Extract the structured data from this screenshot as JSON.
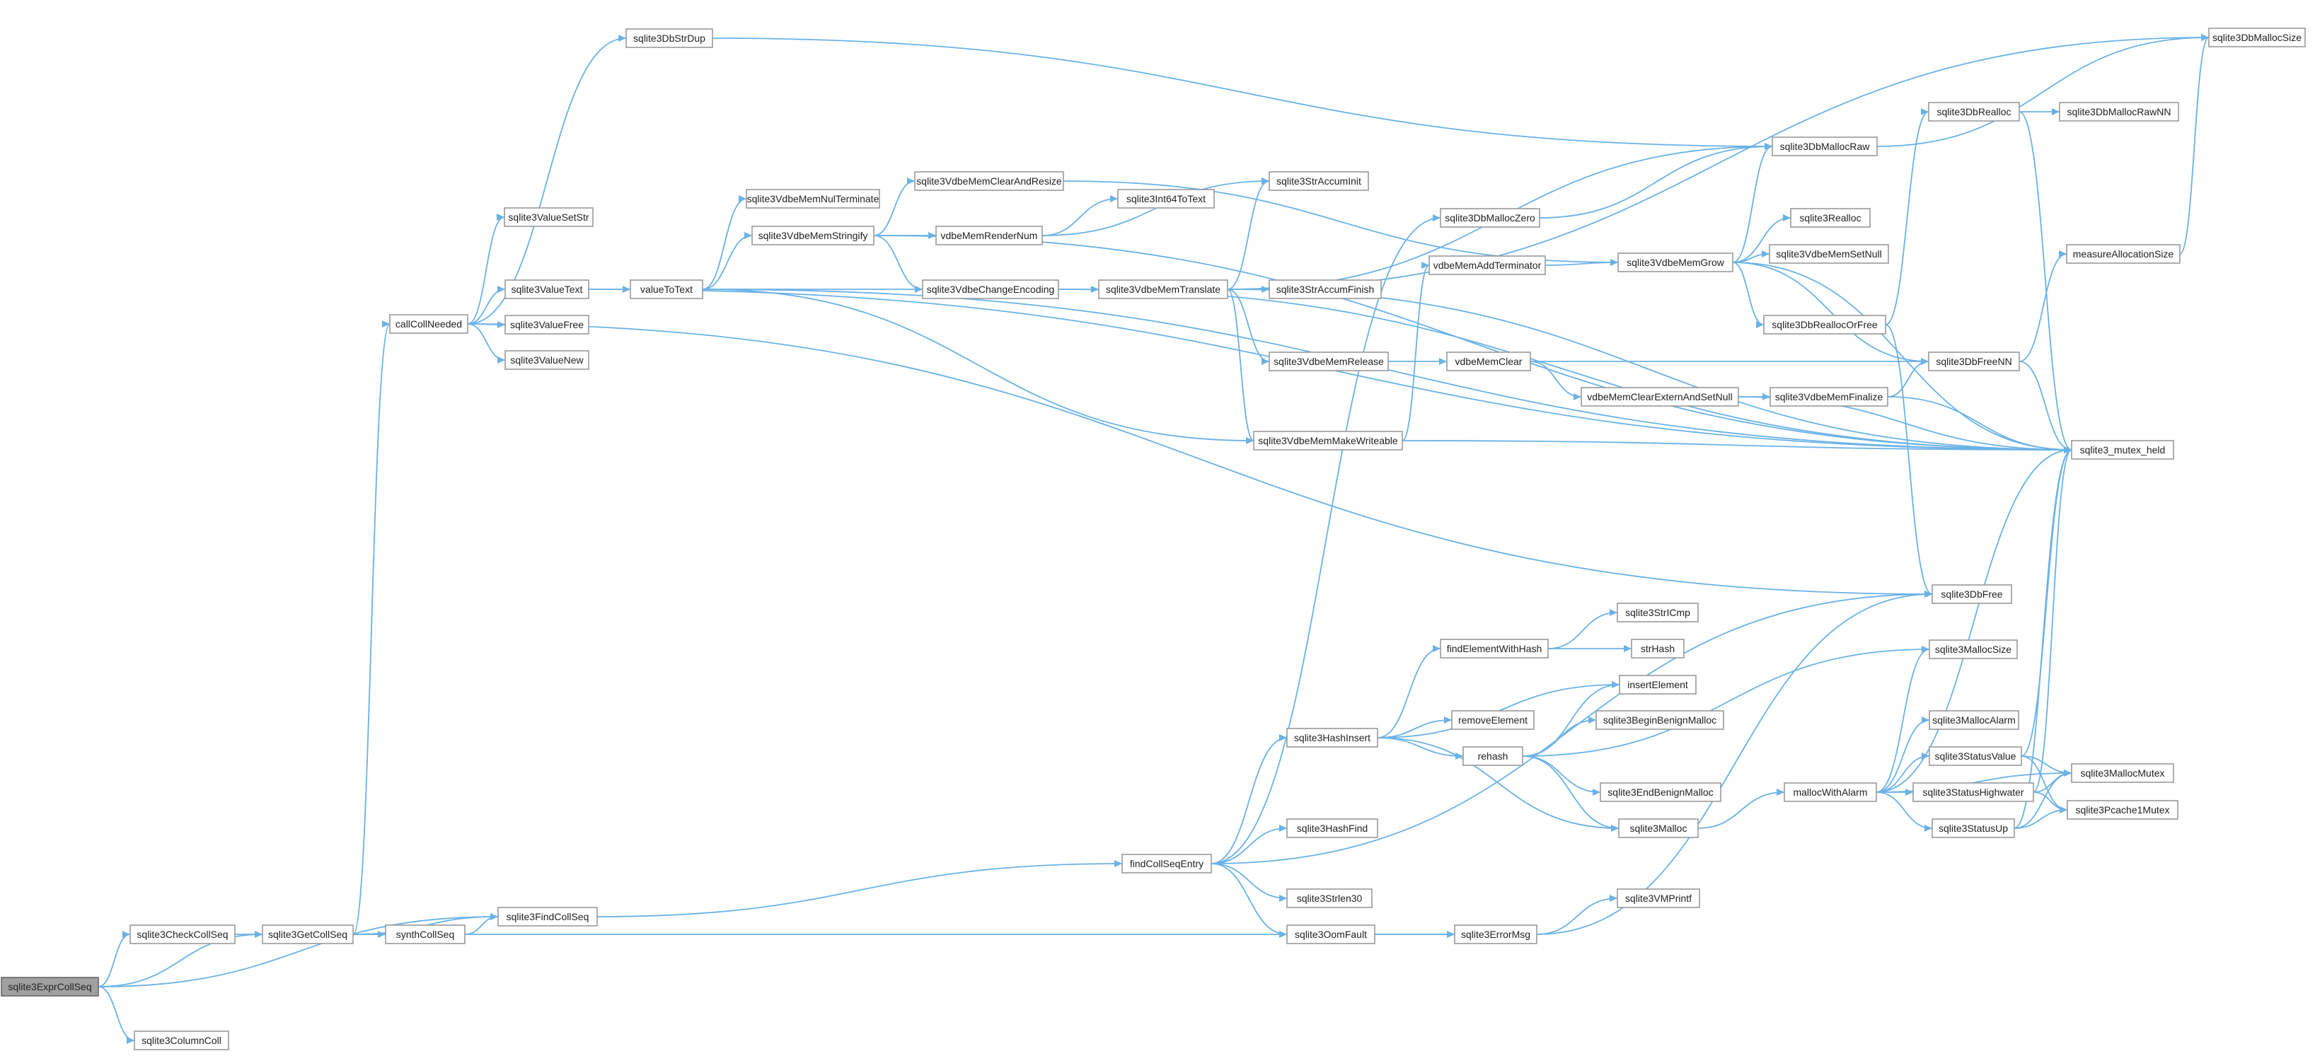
{
  "graph": {
    "root": "sqlite3ExprCollSeq",
    "colors": {
      "edge": "#6bb2e6",
      "node_border": "#999999",
      "root_fill": "#a0a0a0"
    },
    "nodes": [
      {
        "id": "sqlite3ExprCollSeq",
        "label": "sqlite3ExprCollSeq"
      },
      {
        "id": "sqlite3CheckCollSeq",
        "label": "sqlite3CheckCollSeq"
      },
      {
        "id": "sqlite3ColumnColl",
        "label": "sqlite3ColumnColl"
      },
      {
        "id": "sqlite3GetCollSeq",
        "label": "sqlite3GetCollSeq"
      },
      {
        "id": "synthCollSeq",
        "label": "synthCollSeq"
      },
      {
        "id": "sqlite3FindCollSeq",
        "label": "sqlite3FindCollSeq"
      },
      {
        "id": "callCollNeeded",
        "label": "callCollNeeded"
      },
      {
        "id": "sqlite3DbStrDup",
        "label": "sqlite3DbStrDup"
      },
      {
        "id": "sqlite3ValueSetStr",
        "label": "sqlite3ValueSetStr"
      },
      {
        "id": "sqlite3ValueText",
        "label": "sqlite3ValueText"
      },
      {
        "id": "sqlite3ValueFree",
        "label": "sqlite3ValueFree"
      },
      {
        "id": "sqlite3ValueNew",
        "label": "sqlite3ValueNew"
      },
      {
        "id": "valueToText",
        "label": "valueToText"
      },
      {
        "id": "sqlite3VdbeMemNulTerminate",
        "label": "sqlite3VdbeMemNulTerminate"
      },
      {
        "id": "sqlite3VdbeMemStringify",
        "label": "sqlite3VdbeMemStringify"
      },
      {
        "id": "sqlite3VdbeMemClearAndResize",
        "label": "sqlite3VdbeMemClearAndResize"
      },
      {
        "id": "vdbeMemRenderNum",
        "label": "vdbeMemRenderNum"
      },
      {
        "id": "sqlite3Int64ToText",
        "label": "sqlite3Int64ToText"
      },
      {
        "id": "sqlite3VdbeChangeEncoding",
        "label": "sqlite3VdbeChangeEncoding"
      },
      {
        "id": "sqlite3VdbeMemTranslate",
        "label": "sqlite3VdbeMemTranslate"
      },
      {
        "id": "sqlite3StrAccumInit",
        "label": "sqlite3StrAccumInit"
      },
      {
        "id": "sqlite3StrAccumFinish",
        "label": "sqlite3StrAccumFinish"
      },
      {
        "id": "sqlite3VdbeMemRelease",
        "label": "sqlite3VdbeMemRelease"
      },
      {
        "id": "sqlite3VdbeMemMakeWriteable",
        "label": "sqlite3VdbeMemMakeWriteable"
      },
      {
        "id": "sqlite3DbMallocZero",
        "label": "sqlite3DbMallocZero"
      },
      {
        "id": "vdbeMemAddTerminator",
        "label": "vdbeMemAddTerminator"
      },
      {
        "id": "vdbeMemClear",
        "label": "vdbeMemClear"
      },
      {
        "id": "vdbeMemClearExternAndSetNull",
        "label": "vdbeMemClearExternAndSetNull"
      },
      {
        "id": "sqlite3VdbeMemFinalize",
        "label": "sqlite3VdbeMemFinalize"
      },
      {
        "id": "sqlite3VdbeMemGrow",
        "label": "sqlite3VdbeMemGrow"
      },
      {
        "id": "sqlite3DbMallocRaw",
        "label": "sqlite3DbMallocRaw"
      },
      {
        "id": "sqlite3DbReallocOrFree",
        "label": "sqlite3DbReallocOrFree"
      },
      {
        "id": "sqlite3Realloc",
        "label": "sqlite3Realloc"
      },
      {
        "id": "sqlite3VdbeMemSetNull",
        "label": "sqlite3VdbeMemSetNull"
      },
      {
        "id": "sqlite3DbRealloc",
        "label": "sqlite3DbRealloc"
      },
      {
        "id": "sqlite3DbMallocRawNN",
        "label": "sqlite3DbMallocRawNN"
      },
      {
        "id": "sqlite3DbMallocSize",
        "label": "sqlite3DbMallocSize"
      },
      {
        "id": "measureAllocationSize",
        "label": "measureAllocationSize"
      },
      {
        "id": "sqlite3DbFreeNN",
        "label": "sqlite3DbFreeNN"
      },
      {
        "id": "sqlite3_mutex_held",
        "label": "sqlite3_mutex_held"
      },
      {
        "id": "sqlite3DbFree",
        "label": "sqlite3DbFree"
      },
      {
        "id": "findCollSeqEntry",
        "label": "findCollSeqEntry"
      },
      {
        "id": "sqlite3HashInsert",
        "label": "sqlite3HashInsert"
      },
      {
        "id": "sqlite3HashFind",
        "label": "sqlite3HashFind"
      },
      {
        "id": "sqlite3Strlen30",
        "label": "sqlite3Strlen30"
      },
      {
        "id": "sqlite3OomFault",
        "label": "sqlite3OomFault"
      },
      {
        "id": "findElementWithHash",
        "label": "findElementWithHash"
      },
      {
        "id": "sqlite3StrICmp",
        "label": "sqlite3StrICmp"
      },
      {
        "id": "strHash",
        "label": "strHash"
      },
      {
        "id": "insertElement",
        "label": "insertElement"
      },
      {
        "id": "removeElement",
        "label": "removeElement"
      },
      {
        "id": "rehash",
        "label": "rehash"
      },
      {
        "id": "sqlite3BeginBenignMalloc",
        "label": "sqlite3BeginBenignMalloc"
      },
      {
        "id": "sqlite3EndBenignMalloc",
        "label": "sqlite3EndBenignMalloc"
      },
      {
        "id": "sqlite3Malloc",
        "label": "sqlite3Malloc"
      },
      {
        "id": "mallocWithAlarm",
        "label": "mallocWithAlarm"
      },
      {
        "id": "sqlite3MallocSize",
        "label": "sqlite3MallocSize"
      },
      {
        "id": "sqlite3MallocAlarm",
        "label": "sqlite3MallocAlarm"
      },
      {
        "id": "sqlite3StatusValue",
        "label": "sqlite3StatusValue"
      },
      {
        "id": "sqlite3StatusHighwater",
        "label": "sqlite3StatusHighwater"
      },
      {
        "id": "sqlite3StatusUp",
        "label": "sqlite3StatusUp"
      },
      {
        "id": "sqlite3MallocMutex",
        "label": "sqlite3MallocMutex"
      },
      {
        "id": "sqlite3Pcache1Mutex",
        "label": "sqlite3Pcache1Mutex"
      },
      {
        "id": "sqlite3ErrorMsg",
        "label": "sqlite3ErrorMsg"
      },
      {
        "id": "sqlite3VMPrintf",
        "label": "sqlite3VMPrintf"
      }
    ],
    "edges": [
      [
        "sqlite3ExprCollSeq",
        "sqlite3CheckCollSeq"
      ],
      [
        "sqlite3ExprCollSeq",
        "sqlite3ColumnColl"
      ],
      [
        "sqlite3ExprCollSeq",
        "sqlite3GetCollSeq"
      ],
      [
        "sqlite3ExprCollSeq",
        "sqlite3FindCollSeq"
      ],
      [
        "sqlite3CheckCollSeq",
        "sqlite3GetCollSeq"
      ],
      [
        "sqlite3GetCollSeq",
        "callCollNeeded"
      ],
      [
        "sqlite3GetCollSeq",
        "synthCollSeq"
      ],
      [
        "sqlite3GetCollSeq",
        "sqlite3FindCollSeq"
      ],
      [
        "sqlite3GetCollSeq",
        "sqlite3ErrorMsg"
      ],
      [
        "synthCollSeq",
        "sqlite3FindCollSeq"
      ],
      [
        "sqlite3FindCollSeq",
        "findCollSeqEntry"
      ],
      [
        "callCollNeeded",
        "sqlite3DbStrDup"
      ],
      [
        "callCollNeeded",
        "sqlite3ValueSetStr"
      ],
      [
        "callCollNeeded",
        "sqlite3ValueText"
      ],
      [
        "callCollNeeded",
        "sqlite3ValueFree"
      ],
      [
        "callCollNeeded",
        "sqlite3ValueNew"
      ],
      [
        "callCollNeeded",
        "sqlite3DbFree"
      ],
      [
        "sqlite3DbStrDup",
        "sqlite3DbMallocRaw"
      ],
      [
        "sqlite3ValueText",
        "valueToText"
      ],
      [
        "sqlite3ValueText",
        "sqlite3_mutex_held"
      ],
      [
        "valueToText",
        "sqlite3VdbeMemNulTerminate"
      ],
      [
        "valueToText",
        "sqlite3VdbeMemStringify"
      ],
      [
        "valueToText",
        "sqlite3VdbeChangeEncoding"
      ],
      [
        "valueToText",
        "sqlite3VdbeMemMakeWriteable"
      ],
      [
        "valueToText",
        "sqlite3_mutex_held"
      ],
      [
        "sqlite3VdbeMemStringify",
        "sqlite3VdbeMemClearAndResize"
      ],
      [
        "sqlite3VdbeMemStringify",
        "vdbeMemRenderNum"
      ],
      [
        "sqlite3VdbeMemStringify",
        "sqlite3VdbeChangeEncoding"
      ],
      [
        "sqlite3VdbeMemStringify",
        "sqlite3_mutex_held"
      ],
      [
        "sqlite3VdbeMemClearAndResize",
        "sqlite3VdbeMemGrow"
      ],
      [
        "vdbeMemRenderNum",
        "sqlite3Int64ToText"
      ],
      [
        "vdbeMemRenderNum",
        "sqlite3StrAccumInit"
      ],
      [
        "sqlite3VdbeChangeEncoding",
        "sqlite3VdbeMemTranslate"
      ],
      [
        "sqlite3VdbeChangeEncoding",
        "sqlite3_mutex_held"
      ],
      [
        "sqlite3VdbeMemTranslate",
        "sqlite3StrAccumInit"
      ],
      [
        "sqlite3VdbeMemTranslate",
        "sqlite3StrAccumFinish"
      ],
      [
        "sqlite3VdbeMemTranslate",
        "sqlite3VdbeMemRelease"
      ],
      [
        "sqlite3VdbeMemTranslate",
        "sqlite3VdbeMemMakeWriteable"
      ],
      [
        "sqlite3VdbeMemTranslate",
        "sqlite3DbMallocRaw"
      ],
      [
        "sqlite3VdbeMemTranslate",
        "sqlite3DbMallocSize"
      ],
      [
        "sqlite3VdbeMemTranslate",
        "sqlite3_mutex_held"
      ],
      [
        "sqlite3VdbeMemRelease",
        "vdbeMemClear"
      ],
      [
        "sqlite3VdbeMemMakeWriteable",
        "vdbeMemAddTerminator"
      ],
      [
        "sqlite3VdbeMemMakeWriteable",
        "sqlite3_mutex_held"
      ],
      [
        "vdbeMemAddTerminator",
        "sqlite3VdbeMemGrow"
      ],
      [
        "vdbeMemClear",
        "vdbeMemClearExternAndSetNull"
      ],
      [
        "vdbeMemClear",
        "sqlite3DbFreeNN"
      ],
      [
        "vdbeMemClearExternAndSetNull",
        "sqlite3VdbeMemFinalize"
      ],
      [
        "vdbeMemClearExternAndSetNull",
        "sqlite3_mutex_held"
      ],
      [
        "sqlite3VdbeMemFinalize",
        "sqlite3DbFreeNN"
      ],
      [
        "sqlite3VdbeMemFinalize",
        "sqlite3_mutex_held"
      ],
      [
        "sqlite3DbMallocZero",
        "sqlite3DbMallocRaw"
      ],
      [
        "sqlite3VdbeMemGrow",
        "sqlite3DbMallocRaw"
      ],
      [
        "sqlite3VdbeMemGrow",
        "sqlite3Realloc"
      ],
      [
        "sqlite3VdbeMemGrow",
        "sqlite3VdbeMemSetNull"
      ],
      [
        "sqlite3VdbeMemGrow",
        "sqlite3DbReallocOrFree"
      ],
      [
        "sqlite3VdbeMemGrow",
        "sqlite3DbFreeNN"
      ],
      [
        "sqlite3VdbeMemGrow",
        "sqlite3_mutex_held"
      ],
      [
        "sqlite3DbReallocOrFree",
        "sqlite3DbRealloc"
      ],
      [
        "sqlite3DbReallocOrFree",
        "sqlite3DbFree"
      ],
      [
        "sqlite3DbRealloc",
        "sqlite3DbMallocRawNN"
      ],
      [
        "sqlite3DbRealloc",
        "sqlite3_mutex_held"
      ],
      [
        "sqlite3DbMallocRaw",
        "sqlite3DbMallocSize"
      ],
      [
        "measureAllocationSize",
        "sqlite3DbMallocSize"
      ],
      [
        "sqlite3DbFreeNN",
        "measureAllocationSize"
      ],
      [
        "sqlite3DbFreeNN",
        "sqlite3_mutex_held"
      ],
      [
        "findCollSeqEntry",
        "sqlite3DbMallocZero"
      ],
      [
        "findCollSeqEntry",
        "sqlite3HashInsert"
      ],
      [
        "findCollSeqEntry",
        "sqlite3HashFind"
      ],
      [
        "findCollSeqEntry",
        "sqlite3Strlen30"
      ],
      [
        "findCollSeqEntry",
        "sqlite3OomFault"
      ],
      [
        "findCollSeqEntry",
        "sqlite3DbFree"
      ],
      [
        "sqlite3HashInsert",
        "findElementWithHash"
      ],
      [
        "sqlite3HashInsert",
        "insertElement"
      ],
      [
        "sqlite3HashInsert",
        "removeElement"
      ],
      [
        "sqlite3HashInsert",
        "rehash"
      ],
      [
        "sqlite3HashInsert",
        "sqlite3Malloc"
      ],
      [
        "findElementWithHash",
        "sqlite3StrICmp"
      ],
      [
        "findElementWithHash",
        "strHash"
      ],
      [
        "rehash",
        "insertElement"
      ],
      [
        "rehash",
        "sqlite3BeginBenignMalloc"
      ],
      [
        "rehash",
        "sqlite3EndBenignMalloc"
      ],
      [
        "rehash",
        "sqlite3Malloc"
      ],
      [
        "rehash",
        "sqlite3MallocSize"
      ],
      [
        "sqlite3Malloc",
        "mallocWithAlarm"
      ],
      [
        "mallocWithAlarm",
        "sqlite3MallocSize"
      ],
      [
        "mallocWithAlarm",
        "sqlite3MallocAlarm"
      ],
      [
        "mallocWithAlarm",
        "sqlite3StatusValue"
      ],
      [
        "mallocWithAlarm",
        "sqlite3StatusHighwater"
      ],
      [
        "mallocWithAlarm",
        "sqlite3StatusUp"
      ],
      [
        "mallocWithAlarm",
        "sqlite3MallocMutex"
      ],
      [
        "mallocWithAlarm",
        "sqlite3_mutex_held"
      ],
      [
        "sqlite3StatusValue",
        "sqlite3MallocMutex"
      ],
      [
        "sqlite3StatusValue",
        "sqlite3Pcache1Mutex"
      ],
      [
        "sqlite3StatusValue",
        "sqlite3_mutex_held"
      ],
      [
        "sqlite3StatusHighwater",
        "sqlite3MallocMutex"
      ],
      [
        "sqlite3StatusHighwater",
        "sqlite3Pcache1Mutex"
      ],
      [
        "sqlite3StatusHighwater",
        "sqlite3_mutex_held"
      ],
      [
        "sqlite3StatusUp",
        "sqlite3MallocMutex"
      ],
      [
        "sqlite3StatusUp",
        "sqlite3Pcache1Mutex"
      ],
      [
        "sqlite3StatusUp",
        "sqlite3_mutex_held"
      ],
      [
        "sqlite3OomFault",
        "sqlite3ErrorMsg"
      ],
      [
        "sqlite3ErrorMsg",
        "sqlite3VMPrintf"
      ],
      [
        "sqlite3ErrorMsg",
        "sqlite3DbFree"
      ]
    ]
  }
}
